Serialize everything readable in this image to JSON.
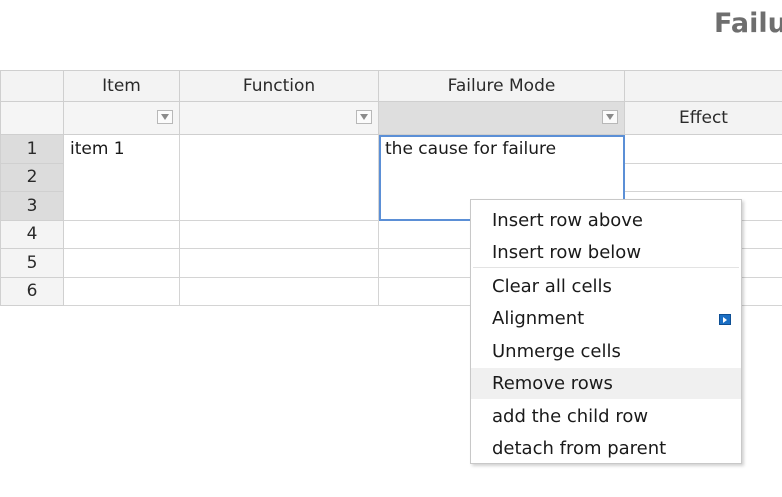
{
  "page": {
    "title": "Failu"
  },
  "grid": {
    "columns": [
      "Item",
      "Function",
      "Failure Mode",
      "Effect"
    ],
    "row_numbers": [
      "1",
      "2",
      "3",
      "4",
      "5",
      "6"
    ],
    "cells": {
      "item_row1": "item 1",
      "failure_mode_row1": "the cause for failure"
    },
    "icons": {
      "filter": "filter-dropdown-icon"
    },
    "colors": {
      "selection_border": "#5b8fd6",
      "header_bg": "#f3f3f3"
    }
  },
  "context_menu": {
    "items": [
      {
        "label": "Insert row above"
      },
      {
        "label": "Insert row below"
      },
      {
        "label": "Clear all cells"
      },
      {
        "label": "Alignment",
        "has_submenu": true
      },
      {
        "label": "Unmerge cells"
      },
      {
        "label": "Remove rows",
        "highlighted": true
      },
      {
        "label": "add the child row"
      },
      {
        "label": "detach from parent"
      }
    ],
    "submenu_icon": "submenu-arrow-icon",
    "submenu_color": "#1b6fc4"
  }
}
